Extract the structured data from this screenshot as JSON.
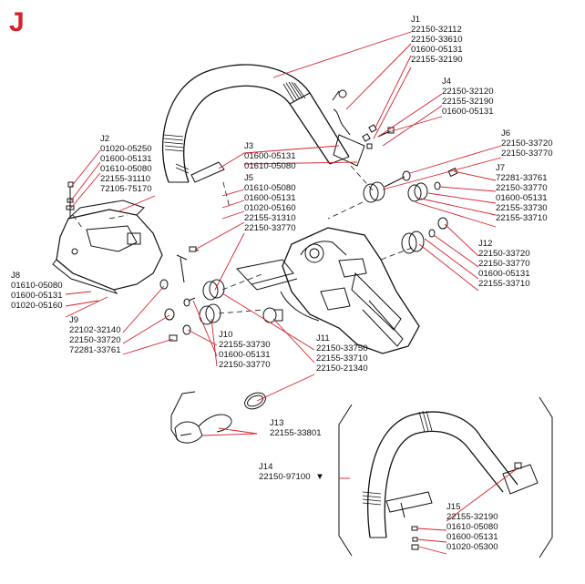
{
  "page_letter": "J",
  "accent_color": "#d6202a",
  "groups": {
    "J1": {
      "title": "J1",
      "parts": [
        "22150-32112",
        "22150-33610",
        "01600-05131",
        "22155-32190"
      ]
    },
    "J2": {
      "title": "J2",
      "parts": [
        "01020-05250",
        "01600-05131",
        "01610-05080",
        "22155-31110",
        "72105-75170"
      ]
    },
    "J3": {
      "title": "J3",
      "parts": [
        "01600-05131",
        "01610-05080"
      ]
    },
    "J4": {
      "title": "J4",
      "parts": [
        "22150-32120",
        "22155-32190",
        "01600-05131"
      ]
    },
    "J5": {
      "title": "J5",
      "parts": [
        "01610-05080",
        "01600-05131",
        "01020-05160",
        "22155-31310",
        "22150-33770"
      ]
    },
    "J6": {
      "title": "J6",
      "parts": [
        "22150-33720",
        "22150-33770"
      ]
    },
    "J7": {
      "title": "J7",
      "parts": [
        "72281-33761",
        "22150-33770",
        "01600-05131",
        "22155-33730",
        "22155-33710"
      ]
    },
    "J8": {
      "title": "J8",
      "parts": [
        "01610-05080",
        "01600-05131",
        "01020-05160"
      ]
    },
    "J9": {
      "title": "J9",
      "parts": [
        "22102-32140",
        "22150-33720",
        "72281-33761"
      ]
    },
    "J10": {
      "title": "J10",
      "parts": [
        "22155-33730",
        "01600-05131",
        "22150-33770"
      ]
    },
    "J11": {
      "title": "J11",
      "parts": [
        "22150-33750",
        "22155-33710",
        "22150-21340"
      ]
    },
    "J12": {
      "title": "J12",
      "parts": [
        "22150-33720",
        "22150-33770",
        "01600-05131",
        "22155-33710"
      ]
    },
    "J13": {
      "title": "J13",
      "parts": [
        "22155-33801"
      ]
    },
    "J14": {
      "title": "J14",
      "parts": [
        "22150-97100"
      ],
      "marker": "▼"
    },
    "J15": {
      "title": "J15",
      "parts": [
        "22155-32190",
        "01610-05080",
        "01600-05131",
        "01020-05300"
      ]
    }
  }
}
